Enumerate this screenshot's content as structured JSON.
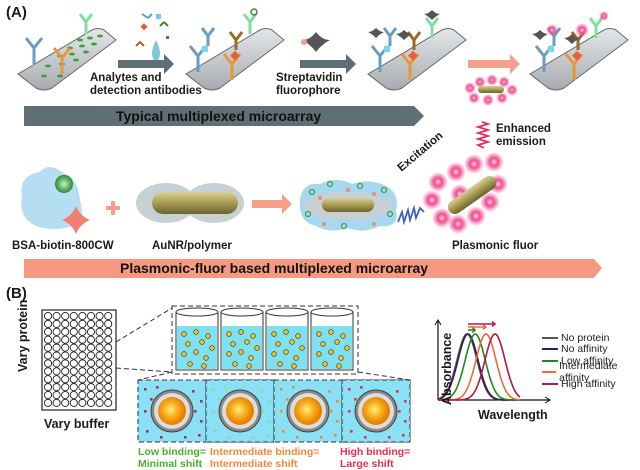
{
  "panel_a": {
    "label": "(A)",
    "step1_label_line1": "Analytes and",
    "step1_label_line2": "detection antibodies",
    "step2_label_line1": "Streptavidin",
    "step2_label_line2": "fluorophore",
    "typical_banner": "Typical multiplexed microarray",
    "enhanced_line1": "Enhanced",
    "enhanced_line2": "emission",
    "reagent1": "BSA-biotin-800CW",
    "reagent2": "AuNR/polymer",
    "excitation": "Excitation",
    "product": "Plasmonic fluor",
    "plasmonic_banner": "Plasmonic-fluor based multiplexed microarray",
    "colors": {
      "typical_banner": "#5f6f75",
      "plasmonic_banner": "#f59a80",
      "arrow_gray": "#5f6f75",
      "arrow_salmon": "#f5a088",
      "antibody_blue": "#6a9ac8",
      "antibody_orange": "#e8963a",
      "antibody_green": "#7fe0a0",
      "fluor_pink": "#f0408a",
      "excitation_blue": "#4060c0",
      "emission_red": "#e0305a"
    }
  },
  "panel_b": {
    "label": "(B)",
    "vary_protein": "Vary protein",
    "vary_buffer": "Vary buffer",
    "binding": [
      {
        "line1": "Low binding=",
        "line2": "Minimal shift",
        "color": "#4caf30"
      },
      {
        "line1": "Intermediate binding=",
        "line2": "Intermediate shift",
        "color": "#f08a3a"
      },
      {
        "line1": "High binding=",
        "line2": "Large shift",
        "color": "#e8304a"
      }
    ],
    "plate": {
      "rows": 12,
      "cols": 8
    }
  },
  "chart_data": {
    "type": "line",
    "title": "",
    "xlabel": "Wavelength",
    "ylabel": "Absorbance",
    "legend_position": "right",
    "series": [
      {
        "name": "No protein",
        "color": "#555555",
        "peak_relative": 0.0
      },
      {
        "name": "No affinity",
        "color": "#3a1850",
        "peak_relative": 0.0
      },
      {
        "name": "Low affinity",
        "color": "#1a8a1a",
        "peak_relative": 0.12
      },
      {
        "name": "Intermediate affinity",
        "color": "#f06a3a",
        "peak_relative": 0.3
      },
      {
        "name": "High affinity",
        "color": "#b01850",
        "peak_relative": 0.45
      }
    ]
  }
}
